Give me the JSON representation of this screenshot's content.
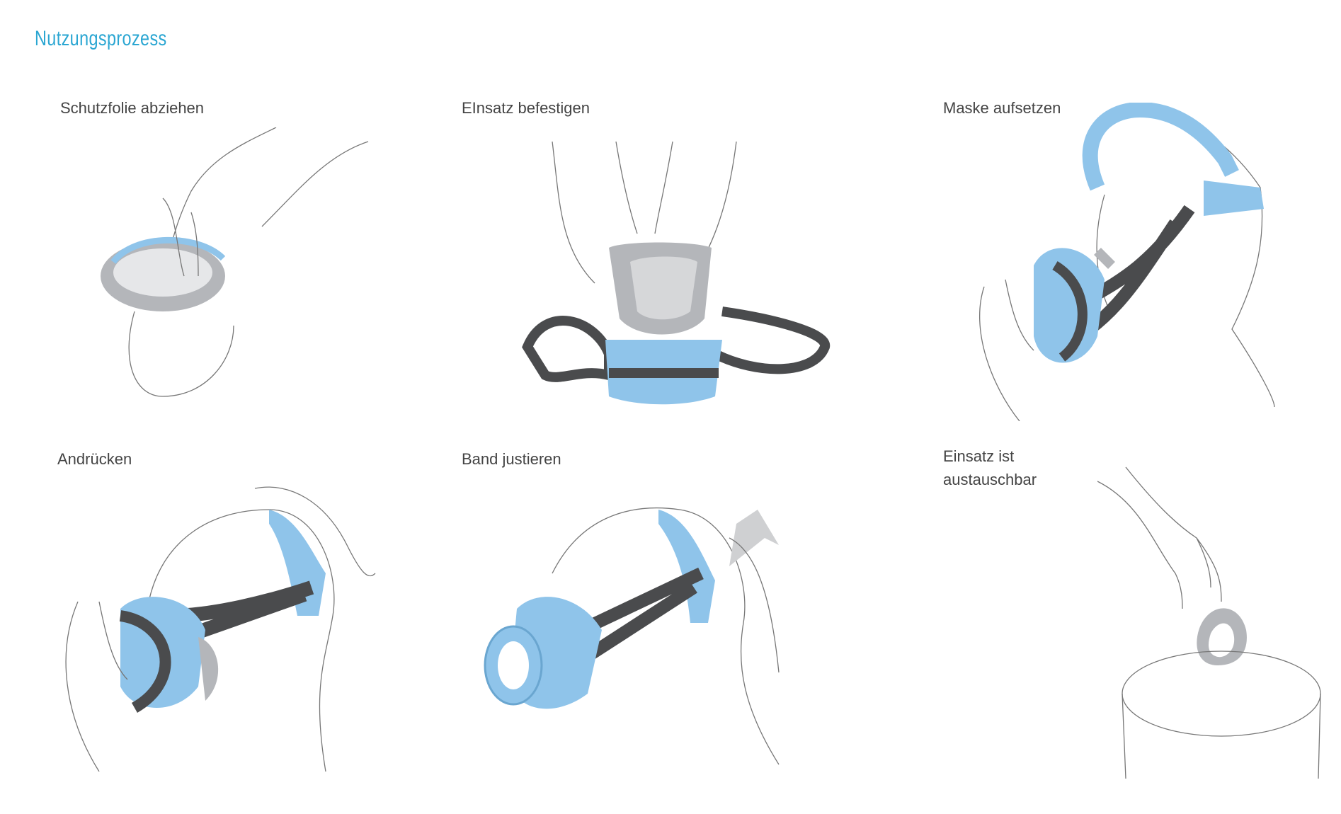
{
  "title": "Nutzungsprozess",
  "steps": [
    {
      "label": "Schutzfolie abziehen"
    },
    {
      "label": "EInsatz befestigen"
    },
    {
      "label": "Maske aufsetzen"
    },
    {
      "label": "Andrücken"
    },
    {
      "label": "Band justieren"
    },
    {
      "label_line1": "Einsatz ist",
      "label_line2": "austauschbar"
    }
  ],
  "colors": {
    "accent": "#2aa6d2",
    "mask_blue": "#8fc4ea",
    "strap_dark": "#4a4b4d",
    "insert_gray": "#b4b6ba"
  }
}
